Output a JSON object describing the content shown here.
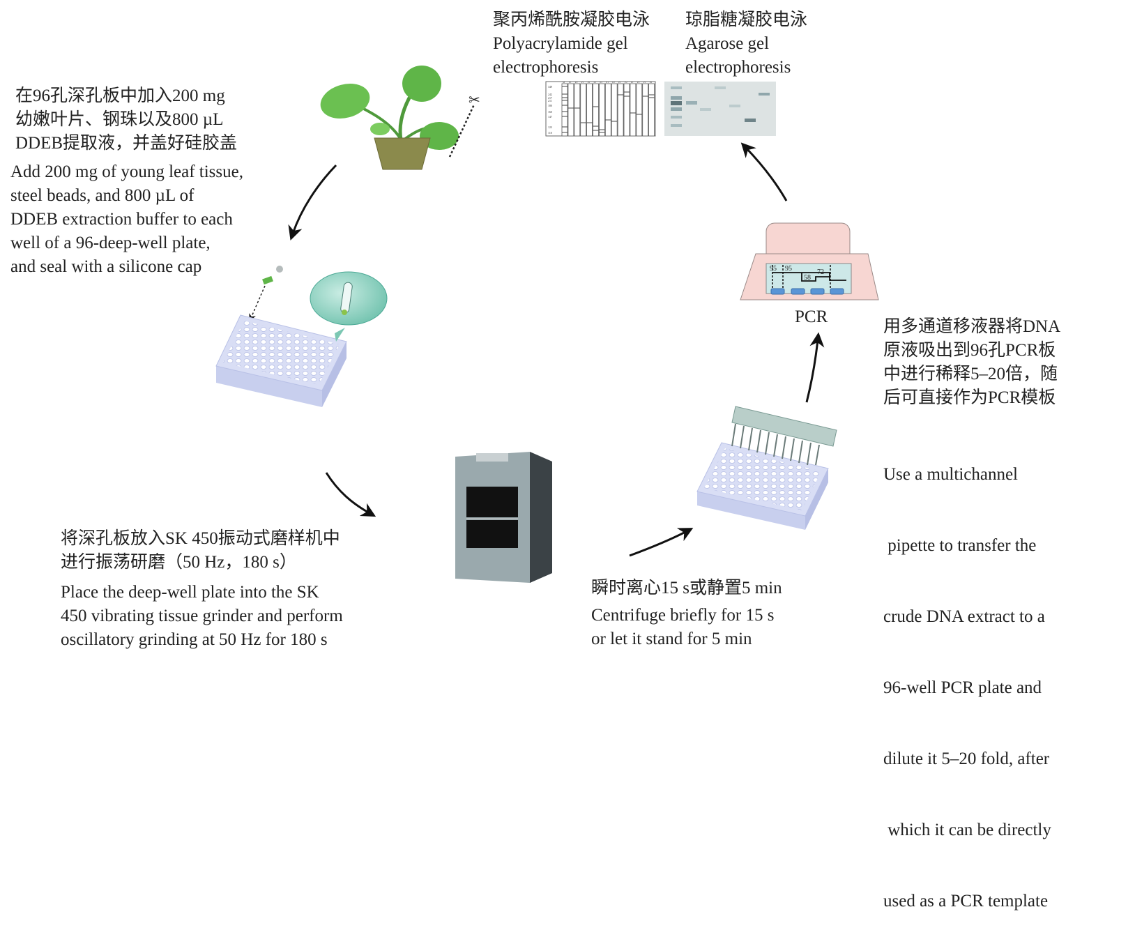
{
  "steps": {
    "sampling": {
      "zh": [
        "在96孔深孔板中加入200 mg",
        "幼嫩叶片、钢珠以及800 µL",
        "DDEB提取液，并盖好硅胶盖"
      ],
      "en": [
        "Add 200 mg of young leaf tissue,",
        "steel beads, and 800 µL of",
        "DDEB extraction buffer to each",
        "well of a 96-deep-well plate,",
        "and seal with a silicone cap"
      ]
    },
    "grinding": {
      "zh": [
        "将深孔板放入SK 450振动式磨样机中",
        "进行振荡研磨（50 Hz，180 s）"
      ],
      "en": [
        "Place the deep-well plate into the SK",
        "450 vibrating tissue grinder and perform",
        "oscillatory grinding at 50 Hz for 180 s"
      ]
    },
    "centrifuge": {
      "zh": [
        "瞬时离心15 s或静置5 min"
      ],
      "en": [
        "Centrifuge briefly for 15 s",
        "or let it stand for 5 min"
      ]
    },
    "transfer": {
      "zh": [
        "用多通道移液器将DNA",
        "原液吸出到96孔PCR板",
        "中进行稀释5–20倍，随",
        "后可直接作为PCR模板"
      ],
      "en": [
        "Use a multichannel",
        " pipette to transfer the",
        "crude DNA extract to a",
        "96-well PCR plate and",
        "dilute it 5–20 fold, after",
        " which it can be directly",
        "used as a PCR template"
      ]
    },
    "pcr": {
      "label": "PCR",
      "temps": [
        "95",
        "95",
        "58",
        "72"
      ]
    },
    "page_gel": {
      "zh": "聚丙烯酰胺凝胶电泳",
      "en": [
        "Polyacrylamide gel",
        "electrophoresis"
      ],
      "ladder": [
        "349",
        "242",
        "217",
        "211",
        "180",
        "160",
        "147",
        "123",
        "110"
      ],
      "lanes": [
        "M",
        "P1",
        "P2",
        "P1",
        "P2",
        "P1",
        "P2",
        "P1",
        "P2",
        "P1",
        "P2",
        "P1",
        "P2",
        "P1",
        "P2"
      ]
    },
    "agarose_gel": {
      "zh": "琼脂糖凝胶电泳",
      "en": [
        "Agarose gel",
        "electrophoresis"
      ]
    }
  },
  "colors": {
    "plant": "#5fb548",
    "pot": "#8b8a4c",
    "plate": "#d9def5",
    "pcr_machine": "#f7d6d2",
    "screen": "#cde8e8",
    "grinder": "#9aa9ad",
    "bubble": "#8fd0c0"
  }
}
